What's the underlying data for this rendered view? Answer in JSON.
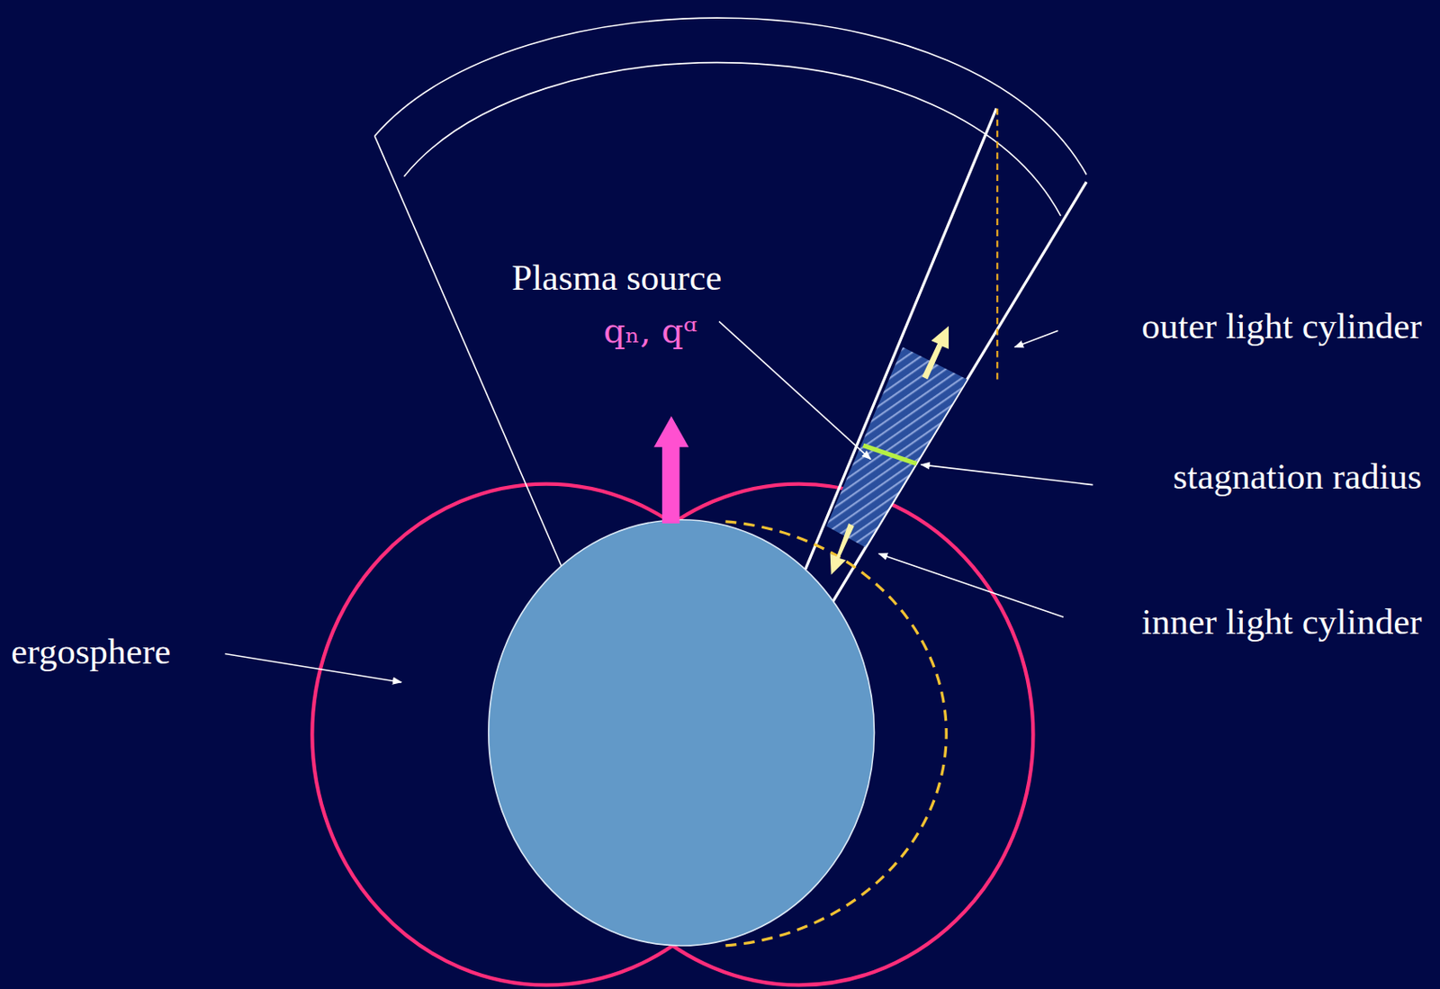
{
  "diagram": {
    "labels": [
      "Plasma source",
      "qₙ, qᵅ",
      "outer light cylinder",
      "stagnation radius",
      "inner light cylinder",
      "ergosphere"
    ]
  }
}
